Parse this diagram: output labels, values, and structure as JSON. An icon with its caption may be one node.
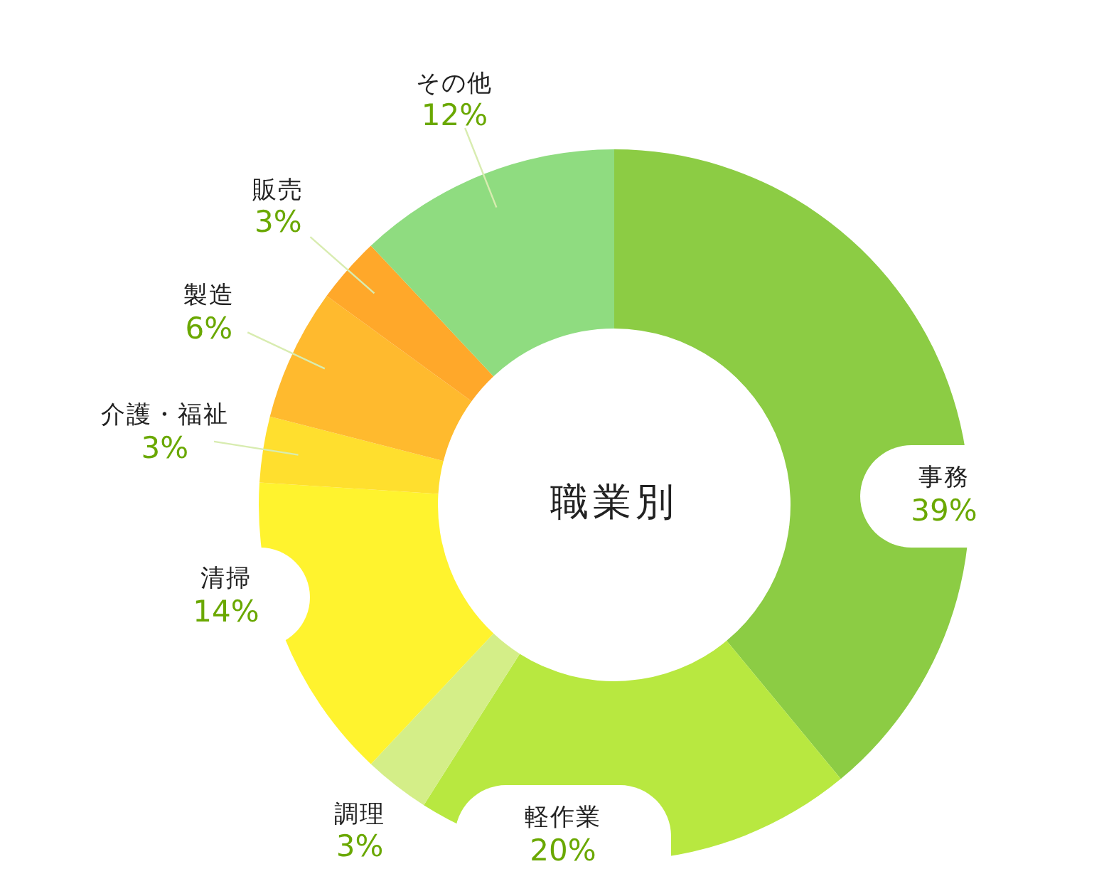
{
  "diagram": {
    "chart_data": {
      "type": "donut",
      "title": "職業別",
      "categories": [
        "事務",
        "軽作業",
        "調理",
        "清掃",
        "介護・福祉",
        "製造",
        "販売",
        "その他"
      ],
      "series": [
        {
          "values": [
            39,
            20,
            3,
            14,
            3,
            6,
            3,
            12
          ]
        }
      ],
      "value_labels": [
        "39%",
        "20%",
        "3%",
        "14%",
        "3%",
        "6%",
        "3%",
        "12%"
      ]
    }
  }
}
